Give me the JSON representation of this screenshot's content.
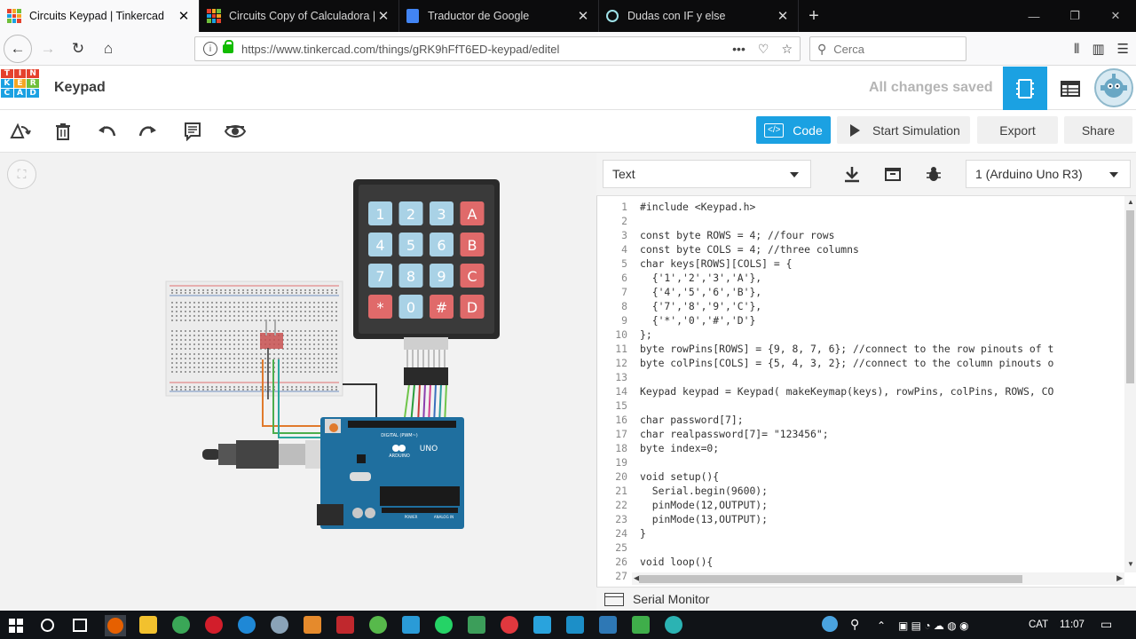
{
  "browser": {
    "tabs": [
      {
        "title": "Circuits Keypad | Tinkercad",
        "active": true
      },
      {
        "title": "Circuits Copy of Calculadora | Tinkercad",
        "active": false
      },
      {
        "title": "Traductor de Google",
        "active": false
      },
      {
        "title": "Dudas con IF y else",
        "active": false
      }
    ],
    "url": "https://www.tinkercad.com/things/gRK9hFfT6ED-keypad/editel",
    "search_placeholder": "Cerca"
  },
  "app": {
    "logo_letters": [
      "T",
      "I",
      "N",
      "K",
      "E",
      "R",
      "C",
      "A",
      "D"
    ],
    "project_title": "Keypad",
    "save_status": "All changes saved"
  },
  "toolbar": {
    "code_label": "Code",
    "simulate_label": "Start Simulation",
    "export_label": "Export",
    "share_label": "Share"
  },
  "keypad": {
    "keys": [
      "1",
      "2",
      "3",
      "A",
      "4",
      "5",
      "6",
      "B",
      "7",
      "8",
      "9",
      "C",
      "*",
      "0",
      "#",
      "D"
    ]
  },
  "arduino_labels": {
    "brand": "ARDUINO",
    "model": "UNO",
    "digital": "DIGITAL (PWM~)",
    "power": "POWER",
    "analog": "ANALOG IN"
  },
  "code_panel": {
    "mode": "Text",
    "board": "1 (Arduino Uno R3)",
    "serial_monitor_label": "Serial Monitor",
    "lines": [
      {
        "n": "1",
        "text": "#include <Keypad.h>"
      },
      {
        "n": "2",
        "text": ""
      },
      {
        "n": "3",
        "text": "const byte ROWS = 4; //four rows"
      },
      {
        "n": "4",
        "text": "const byte COLS = 4; //three columns"
      },
      {
        "n": "5",
        "text": "char keys[ROWS][COLS] = {"
      },
      {
        "n": "6",
        "text": "  {'1','2','3','A'},"
      },
      {
        "n": "7",
        "text": "  {'4','5','6','B'},"
      },
      {
        "n": "8",
        "text": "  {'7','8','9','C'},"
      },
      {
        "n": "9",
        "text": "  {'*','0','#','D'}"
      },
      {
        "n": "10",
        "text": "};"
      },
      {
        "n": "11",
        "text": "byte rowPins[ROWS] = {9, 8, 7, 6}; //connect to the row pinouts of t"
      },
      {
        "n": "12",
        "text": "byte colPins[COLS] = {5, 4, 3, 2}; //connect to the column pinouts o"
      },
      {
        "n": "13",
        "text": ""
      },
      {
        "n": "14",
        "text": "Keypad keypad = Keypad( makeKeymap(keys), rowPins, colPins, ROWS, CO"
      },
      {
        "n": "15",
        "text": ""
      },
      {
        "n": "16",
        "text": "char password[7];"
      },
      {
        "n": "17",
        "text": "char realpassword[7]= \"123456\";"
      },
      {
        "n": "18",
        "text": "byte index=0;"
      },
      {
        "n": "19",
        "text": ""
      },
      {
        "n": "20",
        "text": "void setup(){"
      },
      {
        "n": "21",
        "text": "  Serial.begin(9600);"
      },
      {
        "n": "22",
        "text": "  pinMode(12,OUTPUT);"
      },
      {
        "n": "23",
        "text": "  pinMode(13,OUTPUT);"
      },
      {
        "n": "24",
        "text": "}"
      },
      {
        "n": "25",
        "text": ""
      },
      {
        "n": "26",
        "text": "void loop(){"
      },
      {
        "n": "27",
        "text": ""
      }
    ]
  },
  "taskbar": {
    "lang": "CAT",
    "time": "11:07"
  },
  "colors": {
    "accent": "#1ba1e2",
    "keypad_blue": "#a9d2e6",
    "keypad_red": "#e06a6a",
    "arduino_blue": "#1f6f9f"
  }
}
